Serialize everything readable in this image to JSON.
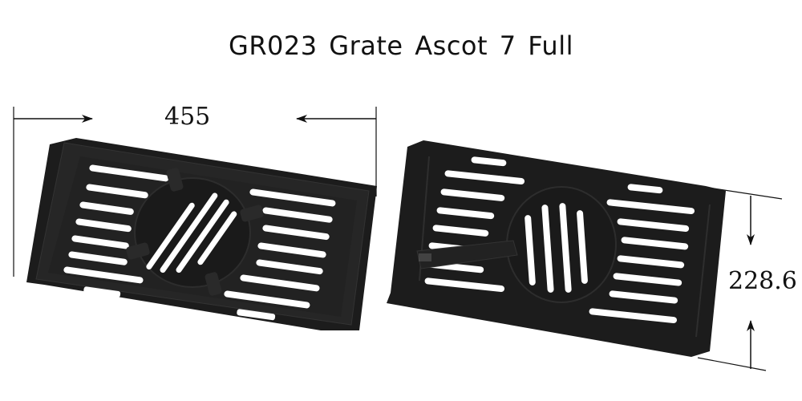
{
  "title": "GR023  Grate Ascot 7 Full",
  "dimensions": {
    "width": {
      "value": "455",
      "label": "455"
    },
    "height": {
      "value": "228.6",
      "label": "228.6"
    }
  },
  "views": [
    {
      "name": "grate-view-front-angle",
      "description": "Grate with rotating centre riddle plate, diagonal slots"
    },
    {
      "name": "grate-view-rear-angle",
      "description": "Grate with riddle plate and lever handle, vertical slots"
    }
  ],
  "colors": {
    "grate": "#1e1e1e",
    "grate_edge": "#2b2b2b",
    "dimension_line": "#111111",
    "background": "#ffffff"
  }
}
